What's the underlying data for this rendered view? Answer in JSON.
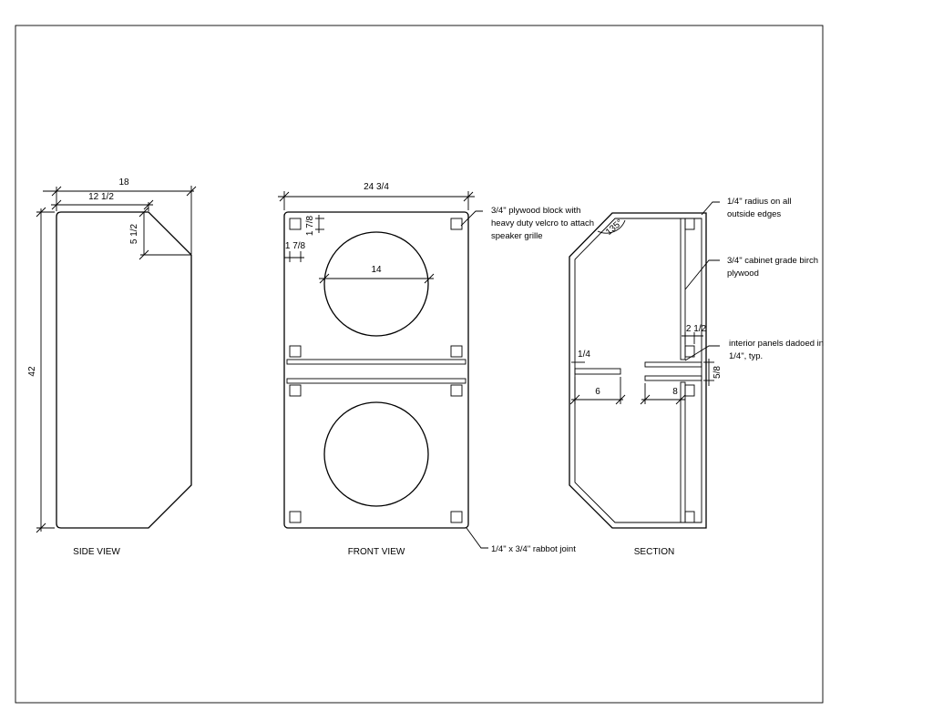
{
  "side_view": {
    "title": "SIDE VIEW",
    "dim_width": "18",
    "dim_top": "12 1/2",
    "dim_bevel": "5 1/2",
    "dim_height": "42"
  },
  "front_view": {
    "title": "FRONT VIEW",
    "dim_width": "24 3/4",
    "dim_block_v": "1 7/8",
    "dim_block_h": "1 7/8",
    "dim_hole": "14"
  },
  "section": {
    "title": "SECTION",
    "dim_angle": "135°",
    "dim_a": "1/4",
    "dim_b": "6",
    "dim_c": "8",
    "dim_d": "2 1/2",
    "dim_e": "5/8"
  },
  "notes": {
    "block_line1": "3/4\" plywood block with",
    "block_line2": "heavy duty velcro to attach",
    "block_line3": "speaker grille",
    "rabbet": "1/4\" x 3/4\" rabbot joint",
    "radius_line1": "1/4\" radius on all",
    "radius_line2": "outside edges",
    "ply_line1": "3/4\" cabinet grade birch",
    "ply_line2": "plywood",
    "dado_line1": "interior panels dadoed in",
    "dado_line2": "1/4\", typ."
  }
}
